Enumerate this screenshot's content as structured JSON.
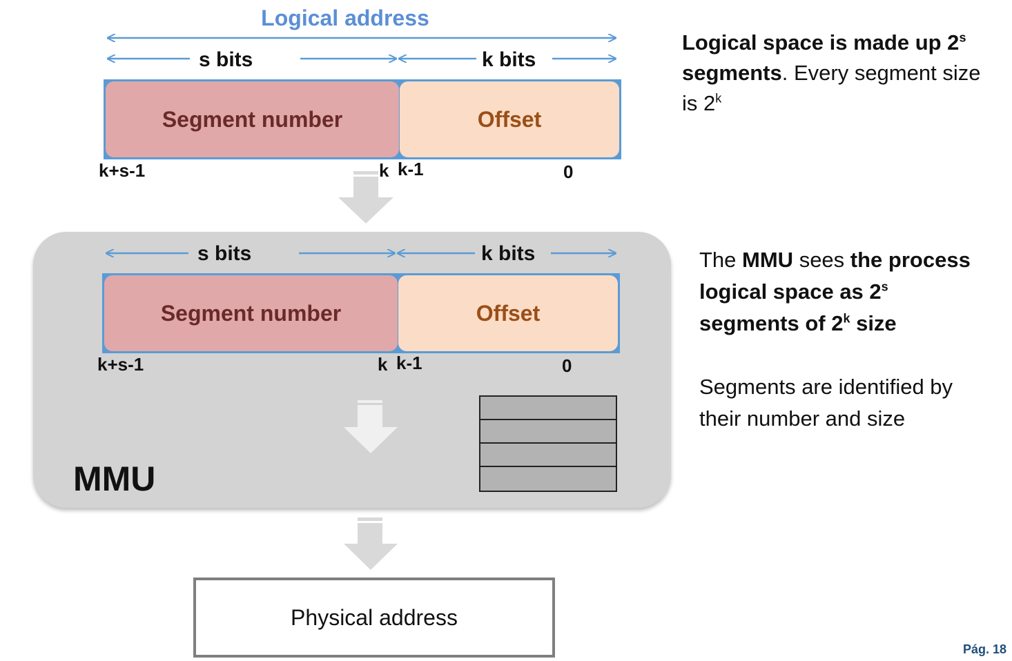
{
  "logical": {
    "title": "Logical address",
    "s_bits": "s bits",
    "k_bits": "k bits",
    "segment_number": "Segment number",
    "offset": "Offset",
    "pos_high": "k+s-1",
    "pos_k": "k",
    "pos_k_minus_1": "k-1",
    "pos_zero": "0"
  },
  "mmu": {
    "label": "MMU",
    "s_bits": "s bits",
    "k_bits": "k bits",
    "segment_number": "Segment number",
    "offset": "Offset",
    "pos_high": "k+s-1",
    "pos_k": "k",
    "pos_k_minus_1": "k-1",
    "pos_zero": "0",
    "table_rows": 4
  },
  "physical": {
    "label": "Physical address"
  },
  "notes": {
    "note1": {
      "bold_a": "Logical space is made up 2",
      "sup_a": "s",
      "bold_b": "segments",
      "rest_a": ". Every segment size is 2",
      "sup_b": "k"
    },
    "note2": {
      "t1": "The ",
      "b1": "MMU",
      "t2": " sees ",
      "b2": "the process logical space as 2",
      "sup1": "s",
      "b3": " segments of 2",
      "sup2": "k",
      "b4": " size"
    },
    "note3": {
      "text": "Segments are identified by their number and size"
    }
  },
  "footer": {
    "page": "Pág. 18"
  },
  "colors": {
    "arrow_blue": "#5b9bd5",
    "segment_fill": "#e0a8a8",
    "offset_fill": "#fbdcc6",
    "mmu_panel": "#d3d3d3",
    "flow_arrow": "#d9d9d9"
  }
}
